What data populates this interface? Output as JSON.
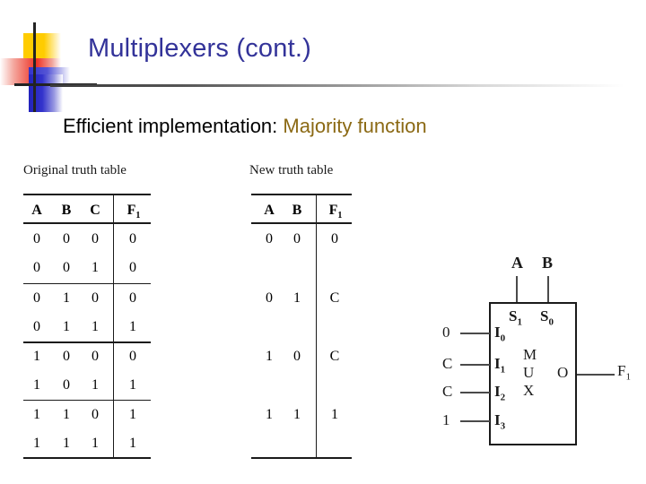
{
  "slide": {
    "title": "Multiplexers (cont.)",
    "subtitle_lead": "Efficient implementation:",
    "subtitle_accent": "Majority function",
    "title_color": "#333399",
    "accent_color": "#8B6914"
  },
  "original_table": {
    "caption": "Original truth table",
    "headers": [
      "A",
      "B",
      "C",
      "F"
    ],
    "header_sub": "1",
    "rows": [
      [
        "0",
        "0",
        "0",
        "0"
      ],
      [
        "0",
        "0",
        "1",
        "0"
      ],
      [
        "0",
        "1",
        "0",
        "0"
      ],
      [
        "0",
        "1",
        "1",
        "1"
      ],
      [
        "1",
        "0",
        "0",
        "0"
      ],
      [
        "1",
        "0",
        "1",
        "1"
      ],
      [
        "1",
        "1",
        "0",
        "1"
      ],
      [
        "1",
        "1",
        "1",
        "1"
      ]
    ]
  },
  "new_table": {
    "caption": "New truth table",
    "headers": [
      "A",
      "B",
      "F"
    ],
    "header_sub": "1",
    "rows": [
      [
        "0",
        "0",
        "0"
      ],
      [
        "0",
        "1",
        "C"
      ],
      [
        "1",
        "0",
        "C"
      ],
      [
        "1",
        "1",
        "1"
      ]
    ]
  },
  "mux": {
    "body_letters": [
      "M",
      "U",
      "X"
    ],
    "select_inputs": [
      "A",
      "B"
    ],
    "select_pins": [
      "S",
      "S"
    ],
    "select_pin_subs": [
      "1",
      "0"
    ],
    "data_inputs": [
      "0",
      "C",
      "C",
      "1"
    ],
    "data_pins": [
      "I",
      "I",
      "I",
      "I"
    ],
    "data_pin_subs": [
      "0",
      "1",
      "2",
      "3"
    ],
    "output_pin": "O",
    "output_label": "F",
    "output_label_sub": "1"
  }
}
